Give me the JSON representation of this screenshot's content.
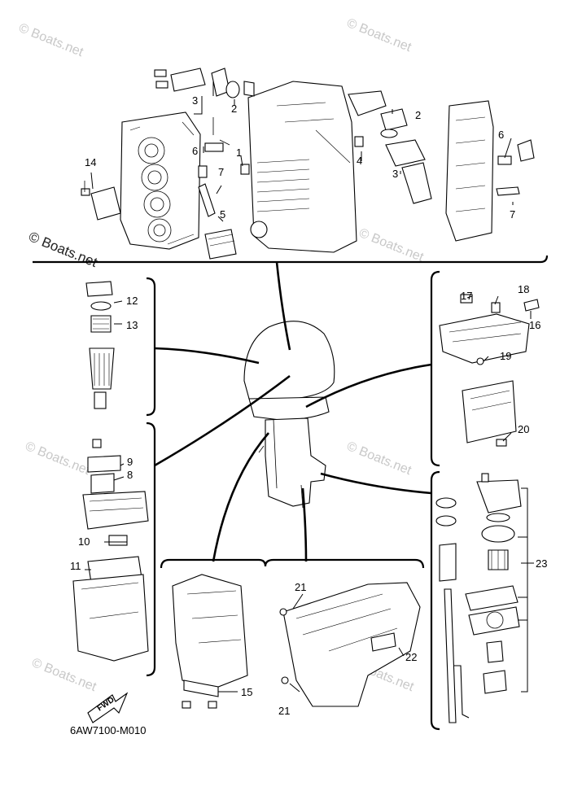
{
  "diagram_code": "6AW7100-M010",
  "fwd_label": "FWD",
  "watermarks": {
    "faint": "© Boats.net",
    "strong": "© Boats.net"
  },
  "callouts": {
    "c1": "1",
    "c2a": "2",
    "c2b": "2",
    "c3a": "3",
    "c3b": "3",
    "c4": "4",
    "c5": "5",
    "c6a": "6",
    "c6b": "6",
    "c7a": "7",
    "c7b": "7",
    "c8": "8",
    "c9": "9",
    "c10": "10",
    "c11": "11",
    "c12": "12",
    "c13": "13",
    "c14": "14",
    "c15": "15",
    "c16": "16",
    "c17": "17",
    "c18": "18",
    "c19": "19",
    "c20": "20",
    "c21a": "21",
    "c21b": "21",
    "c22": "22",
    "c23": "23"
  }
}
